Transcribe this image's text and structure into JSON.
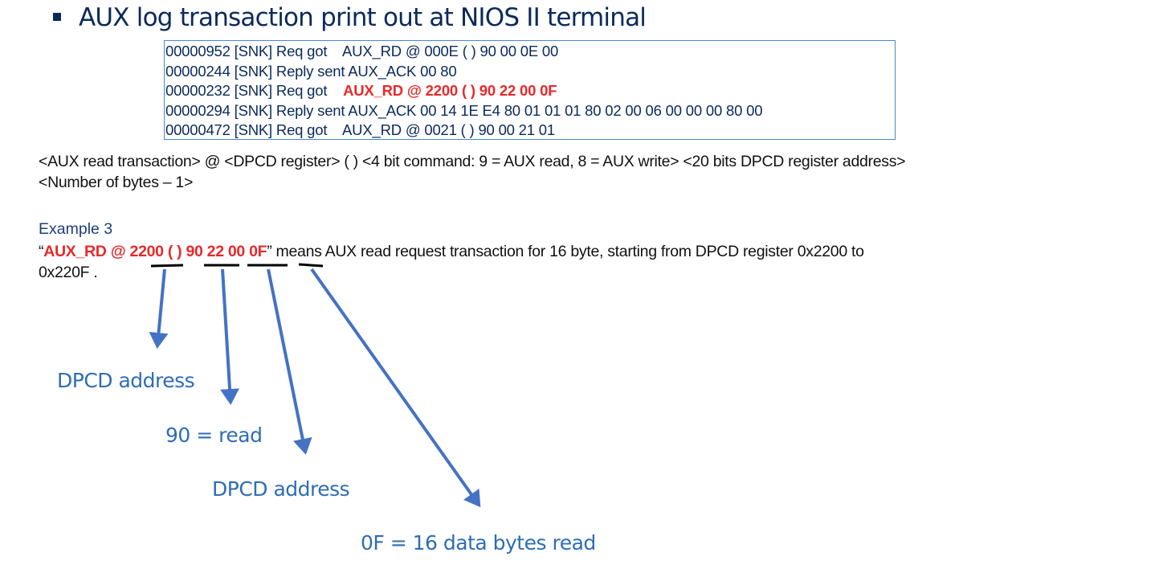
{
  "title": "AUX log transaction print out at NIOS II terminal",
  "log": {
    "lines": [
      {
        "prefix": "00000952 [SNK] Req got    ",
        "highlight": "",
        "text": "AUX_RD @ 000E ( ) 90 00 0E 00"
      },
      {
        "prefix": "00000244 [SNK] Reply sent ",
        "highlight": "",
        "text": "AUX_ACK 00 80"
      },
      {
        "prefix": "00000232 [SNK] Req got    ",
        "highlight": "AUX_RD @ 2200 ( ) 90 22 00 0F",
        "text": ""
      },
      {
        "prefix": "00000294 [SNK] Reply sent ",
        "highlight": "",
        "text": "AUX_ACK 00 14 1E E4 80 01 01 01 80 02 00 06 00 00 00 80 00"
      },
      {
        "prefix": "00000472 [SNK] Req got    ",
        "highlight": "",
        "text": "AUX_RD @ 0021 ( ) 90 00 21 01"
      }
    ]
  },
  "format_description": {
    "line1": "<AUX read transaction> @ <DPCD register> ( ) <4 bit command: 9 = AUX read, 8 = AUX write> <20 bits DPCD register address>",
    "line2": "<Number of bytes – 1>"
  },
  "example": {
    "label": "Example 3",
    "open_quote": "“",
    "code": "AUX_RD @ 2200 ( ) 90 22 00 0F",
    "close_quote": "”",
    "explanation": " means AUX  read request transaction for 16 byte, starting from DPCD register 0x2200 to",
    "explanation_line2": "0x220F ."
  },
  "annotations": [
    {
      "label": "DPCD address",
      "refers_to": "2200"
    },
    {
      "label": "90 = read",
      "refers_to": "( ) 90"
    },
    {
      "label": "DPCD address",
      "refers_to": "22 00"
    },
    {
      "label": "0F = 16 data bytes read",
      "refers_to": "0F"
    }
  ],
  "colors": {
    "title": "#0b2a5b",
    "highlight_red": "#e8292a",
    "annotation_blue": "#2e6db5",
    "arrow_blue": "#4472c4",
    "box_border": "#4a86c8"
  }
}
